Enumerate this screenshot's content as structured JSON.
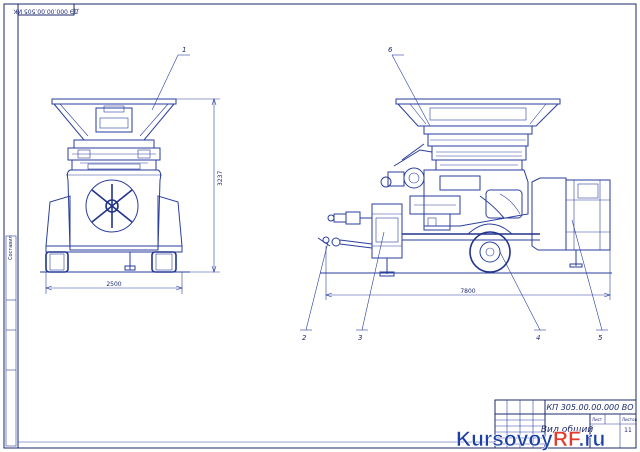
{
  "drawing": {
    "corner_stamp": "ДЭ 000.00.00.505 ИК",
    "side_strip_text": "Составил",
    "designation": "КП 305.00.00.000 ВО",
    "view_title": "Вид общий",
    "sheet_label": "Лист",
    "sheets_label": "Листов",
    "sheets_count": "11"
  },
  "callouts": [
    "1",
    "6",
    "2",
    "3",
    "4",
    "5"
  ],
  "dimensions": {
    "front_height": "3237",
    "front_width": "2500",
    "side_length": "7800"
  },
  "watermark": "KursovoyRF.ru",
  "colors": {
    "line": "#2a3e9e",
    "frame": "#1d2a6e",
    "watermark_blue": "#1a3fa8",
    "watermark_red": "#e23b2e"
  }
}
